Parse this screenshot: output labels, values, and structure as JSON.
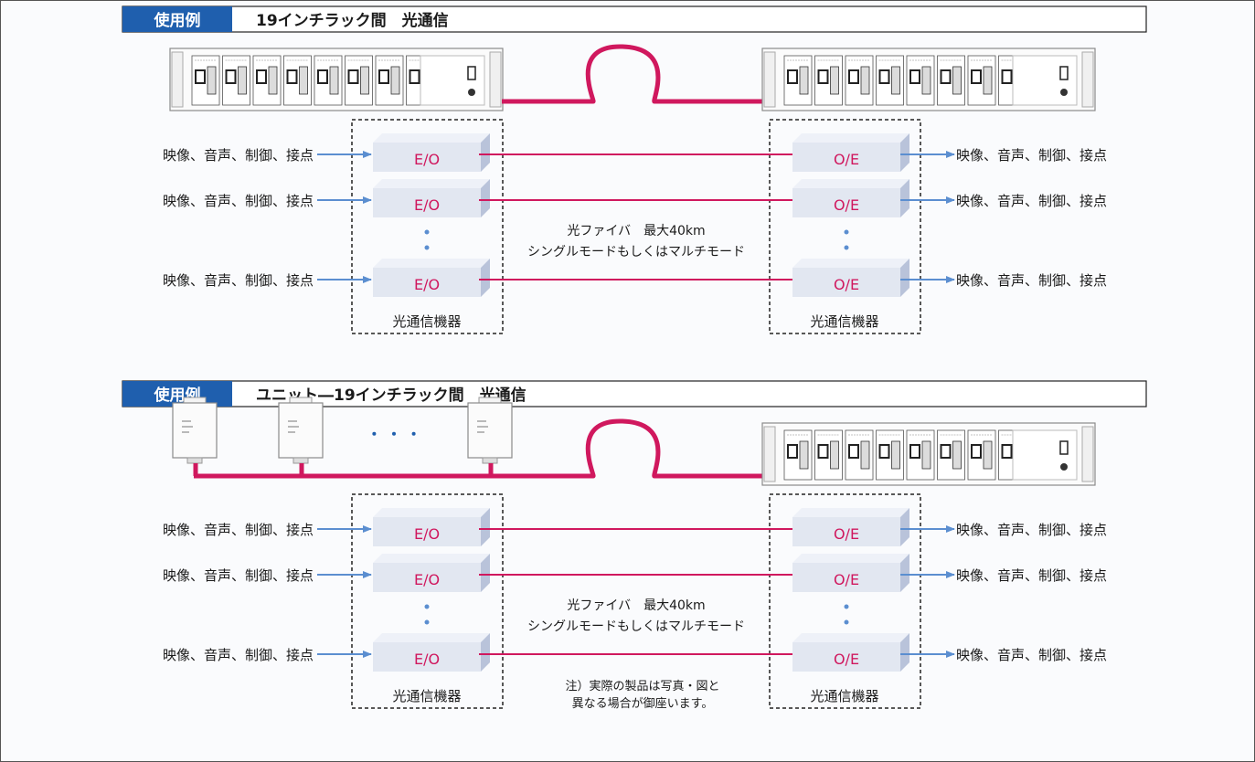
{
  "colors": {
    "accent": "#1f5fae",
    "fiber": "#d0185e",
    "arrow": "#5b8ed0",
    "box_face": "#e2e7f1",
    "box_top": "#eef1f8",
    "box_side": "#b9c3da",
    "box_text": "#d0185e"
  },
  "sections": [
    {
      "badge": "使用例",
      "title": "19インチラック間　光通信",
      "left_device": "rack",
      "tx_label": "E/O",
      "rx_label": "O/E",
      "signal_label": "映像、音声、制御、接点",
      "fiber_text_1": "光ファイバ　最大40km",
      "fiber_text_2": "シングルモードもしくはマルチモード",
      "group_label_left": "光通信機器",
      "group_label_right": "光通信機器",
      "continuation_dots": "・ ・ ・"
    },
    {
      "badge": "使用例",
      "title": "ユニット―19インチラック間　光通信",
      "left_device": "units",
      "tx_label": "E/O",
      "rx_label": "O/E",
      "signal_label": "映像、音声、制御、接点",
      "fiber_text_1": "光ファイバ　最大40km",
      "fiber_text_2": "シングルモードもしくはマルチモード",
      "group_label_left": "光通信機器",
      "group_label_right": "光通信機器",
      "continuation_dots": "・ ・ ・",
      "note_line_1": "注）実際の製品は写真・図と",
      "note_line_2": "異なる場合が御座います。"
    }
  ]
}
